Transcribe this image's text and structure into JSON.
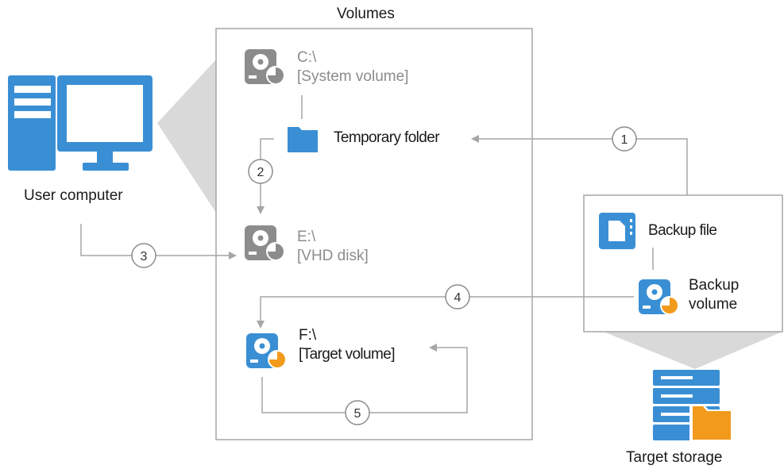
{
  "volumes_title": "Volumes",
  "user_computer": "User computer",
  "target_storage": "Target storage",
  "system_volume": {
    "drive": "C:\\",
    "name": "[System volume]"
  },
  "temporary_folder": "Temporary folder",
  "vhd_disk": {
    "drive": "E:\\",
    "name": "[VHD disk]"
  },
  "target_volume": {
    "drive": "F:\\",
    "name": "[Target volume]"
  },
  "backup_file": "Backup file",
  "backup_volume": {
    "line1": "Backup",
    "line2": "volume"
  },
  "steps": [
    "1",
    "2",
    "3",
    "4",
    "5"
  ],
  "colors": {
    "blue": "#3a8fd4",
    "orange": "#f29a1b",
    "gray": "#8c8c8c",
    "line": "#a6a6a6",
    "callout": "#d9d9d9"
  }
}
